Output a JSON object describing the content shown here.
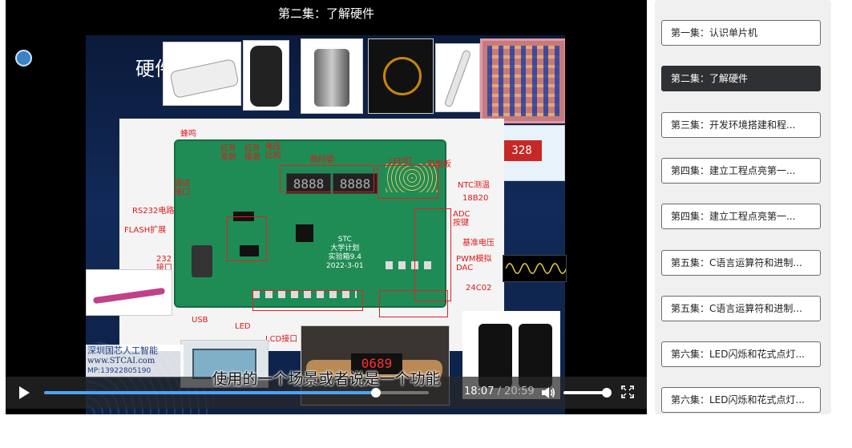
{
  "player": {
    "title": "第二集：了解硬件",
    "subtitle": "使用的一个场景或者说是一个功能",
    "current_time": "18:07",
    "separator": "/",
    "total_time": "20:59",
    "progress": 0.863,
    "volume": 1.0
  },
  "slide": {
    "title": "硬件",
    "board_labels": {
      "buzzer": "蜂鸣",
      "ir_tx": "红外\n发射",
      "ir_rx": "红外\n接收",
      "voltage_cmp": "电压\n比较",
      "seg_display": "数码管",
      "led_light": "LED灯",
      "proto_board": "万能板",
      "debug_port": "调试\n接口",
      "ntc": "NTC测温",
      "ds18b20": "18B20",
      "rs232": "RS232电路",
      "adc": "ADC\n按键",
      "flash": "FLASH扩展",
      "ref_voltage": "基准电压",
      "port_232": "232\n接口",
      "pwm": "PWM模拟\nDAC",
      "at24c02": "24C02",
      "usb": "USB",
      "led": "LED",
      "lcd_port": "LCD接口"
    },
    "board_text": "STC\n大学计划\n实验箱9.4\n2022-3-01",
    "seg_digits_1": "8888",
    "seg_digits_2": "8888",
    "thermostat_value": "328",
    "bomb_display": "0689",
    "watermark_line1": "深圳国芯人工智能",
    "watermark_line2": "www.STCAI.com",
    "watermark_line3": "MP:13922805190"
  },
  "playlist": {
    "items": [
      {
        "label": "第一集：认识单片机",
        "active": false
      },
      {
        "label": "第二集：了解硬件",
        "active": true
      },
      {
        "label": "第三集：开发环境搭建和程...",
        "active": false
      },
      {
        "label": "第四集：建立工程点亮第一...",
        "active": false
      },
      {
        "label": "第四集：建立工程点亮第一...",
        "active": false
      },
      {
        "label": "第五集：C语言运算符和进制...",
        "active": false
      },
      {
        "label": "第五集：C语言运算符和进制...",
        "active": false
      },
      {
        "label": "第六集：LED闪烁和花式点灯...",
        "active": false
      },
      {
        "label": "第六集：LED闪烁和花式点灯...",
        "active": false
      }
    ]
  },
  "colors": {
    "accent": "#4aa3ff",
    "active_item_bg": "#2f3034",
    "label_red": "#e01818",
    "board_green": "#1f8c55"
  }
}
